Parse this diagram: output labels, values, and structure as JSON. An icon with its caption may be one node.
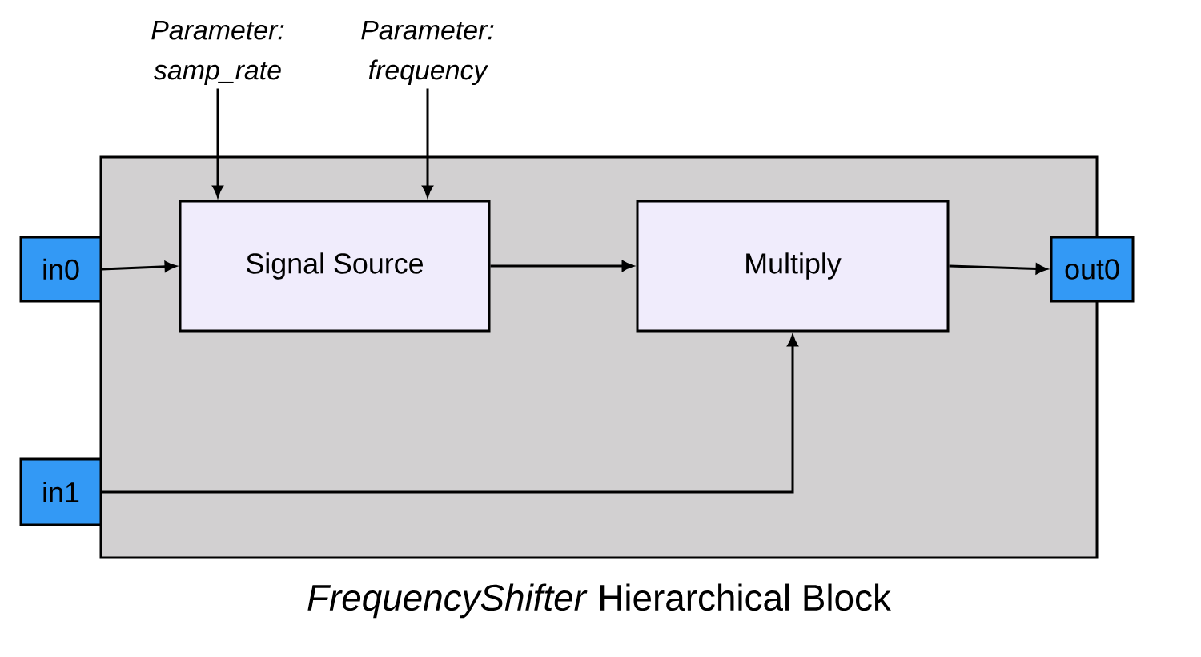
{
  "diagram": {
    "nodes": [
      {
        "text": [
          "*FrequencyShifter* Hierarchical Block"
        ]
      },
      {
        "text": [
          "Parameter: samp_rate"
        ]
      },
      {
        "text": [
          "Parameter: frequency"
        ]
      },
      {
        "text": [
          "in0"
        ]
      },
      {
        "text": [
          "in1"
        ]
      },
      {
        "text": [
          "Signal Source"
        ],
        "in": 0
      },
      {
        "text": [
          "Multiply"
        ],
        "in": 0
      },
      {
        "text": [
          "out0"
        ]
      }
    ],
    "edges": [
      {
        "from": 1,
        "to": 5,
        "arrow": "to"
      },
      {
        "from": 2,
        "to": 5,
        "arrow": "to"
      },
      {
        "from": 3,
        "to": 5,
        "arrow": "to"
      },
      {
        "from": 5,
        "to": 6,
        "arrow": "to"
      },
      {
        "from": 4,
        "to": 6,
        "arrow": "to"
      },
      {
        "from": 6,
        "to": 7,
        "arrow": "to"
      }
    ]
  }
}
